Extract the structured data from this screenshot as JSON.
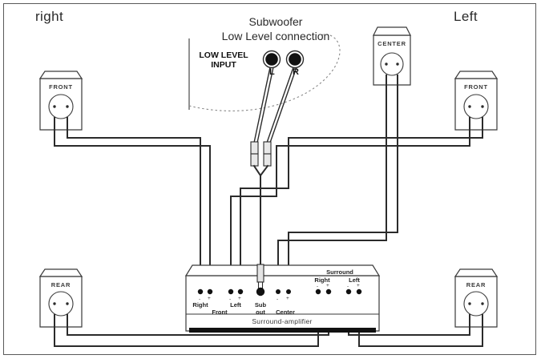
{
  "diagram": {
    "title_left": "right",
    "title_right": "Left",
    "subwoofer_title_line1": "Subwoofer",
    "subwoofer_title_line2": "Low Level connection",
    "low_level_input_line1": "LOW LEVEL",
    "low_level_input_line2": "INPUT",
    "jack_left_label": "L",
    "jack_right_label": "R",
    "colors": {
      "line": "#2b2b2b",
      "frame": "#5a5a5a",
      "fill": "#ffffff",
      "jack_dark": "#111111",
      "amp_base": "#111111",
      "dashed": "#8a8a8a"
    }
  },
  "speakers": [
    {
      "id": "front-right",
      "label": "FRONT"
    },
    {
      "id": "front-left",
      "label": "FRONT"
    },
    {
      "id": "center",
      "label": "CENTER"
    },
    {
      "id": "rear-right",
      "label": "REAR"
    },
    {
      "id": "rear-left",
      "label": "REAR"
    }
  ],
  "amplifier": {
    "brand_label": "Surround-amplifier",
    "group_surround": "Surround",
    "terminal_groups": [
      {
        "name": "Front",
        "sub_labels": [
          "Right",
          "Left"
        ]
      },
      {
        "name": "Sub out",
        "sub_labels": []
      },
      {
        "name": "Center",
        "sub_labels": []
      },
      {
        "name": "Surround",
        "sub_labels": [
          "Right",
          "Left"
        ]
      }
    ],
    "terminals": [
      {
        "id": "front-right-minus",
        "label": "Right",
        "polarity": "-"
      },
      {
        "id": "front-right-plus",
        "label": "",
        "polarity": "+"
      },
      {
        "id": "front-left-minus",
        "label": "Left",
        "polarity": "-"
      },
      {
        "id": "front-left-plus",
        "label": "",
        "polarity": "+"
      },
      {
        "id": "sub-out",
        "label": "Sub out",
        "polarity": ""
      },
      {
        "id": "center-minus",
        "label": "Center",
        "polarity": "-"
      },
      {
        "id": "center-plus",
        "label": "",
        "polarity": "+"
      },
      {
        "id": "surround-right-minus",
        "label": "Right",
        "polarity": "-"
      },
      {
        "id": "surround-right-plus",
        "label": "",
        "polarity": "+"
      },
      {
        "id": "surround-left-minus",
        "label": "Left",
        "polarity": "-"
      },
      {
        "id": "surround-left-plus",
        "label": "",
        "polarity": "+"
      }
    ],
    "labels": {
      "front": "Front",
      "right": "Right",
      "left": "Left",
      "sub_out_line1": "Sub",
      "sub_out_line2": "out",
      "center": "Center",
      "surround": "Surround"
    }
  }
}
